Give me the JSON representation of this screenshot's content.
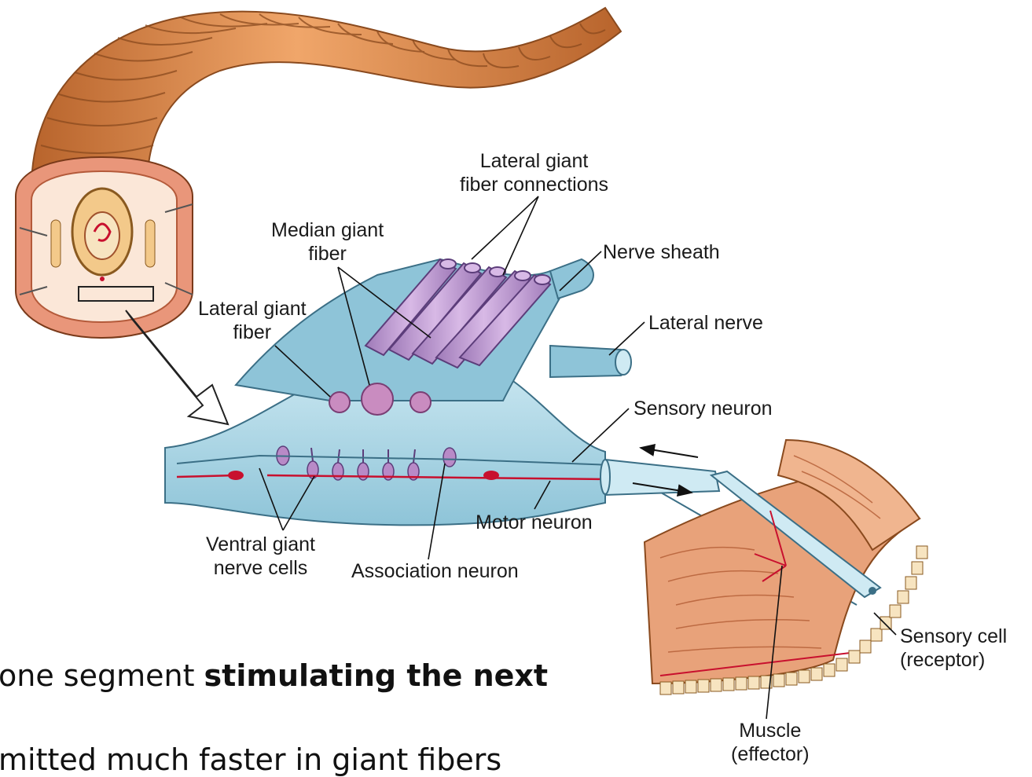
{
  "labels": {
    "lateral_giant_fiber_connections": [
      "Lateral giant",
      "fiber connections"
    ],
    "median_giant_fiber": [
      "Median giant",
      "fiber"
    ],
    "nerve_sheath": "Nerve sheath",
    "lateral_giant_fiber": [
      "Lateral giant",
      "fiber"
    ],
    "lateral_nerve": "Lateral nerve",
    "sensory_neuron": "Sensory neuron",
    "motor_neuron": "Motor neuron",
    "ventral_giant_nerve_cells": [
      "Ventral giant",
      "nerve cells"
    ],
    "association_neuron": "Association neuron",
    "sensory_cell": [
      "Sensory cell",
      "(receptor)"
    ],
    "muscle": [
      "Muscle",
      "(effector)"
    ]
  },
  "slide_text": {
    "line1_plain": "one segment ",
    "line1_bold": "stimulating the next",
    "line2": "mitted much faster in giant fibers"
  },
  "colors": {
    "worm_body": "#d98a4a",
    "worm_ring": "#a85a28",
    "nerve_blue": "#a9d6e5",
    "nerve_outline": "#3b6f86",
    "giant_fiber": "#c9a3d8",
    "muscle_tissue": "#e8a27a",
    "red_neuron": "#c8102e"
  }
}
